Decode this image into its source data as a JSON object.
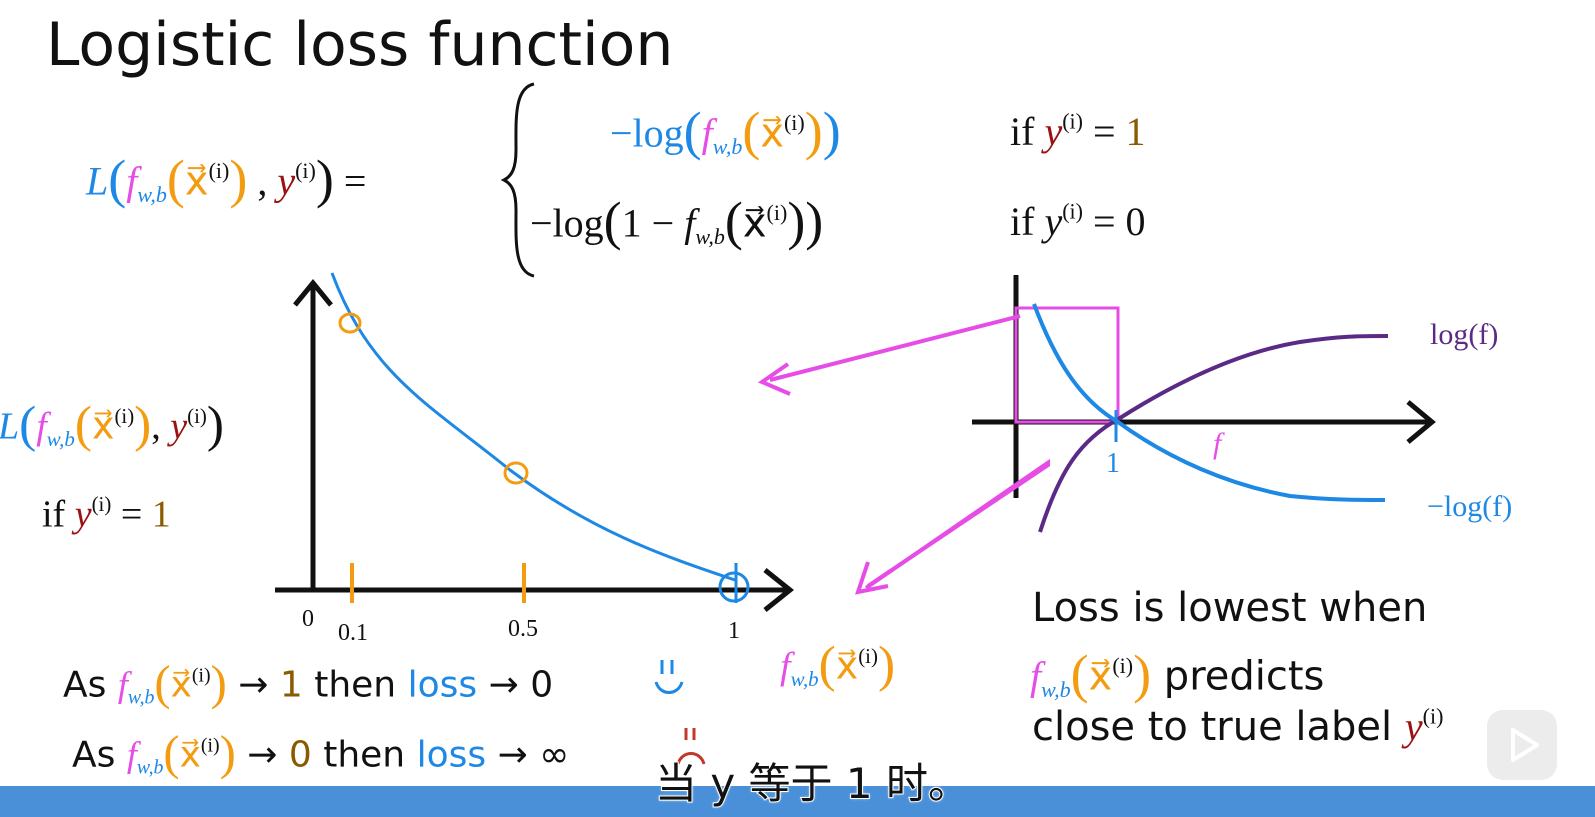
{
  "slide": {
    "title": "Logistic loss function",
    "formula": {
      "lhs_L": "L",
      "f": "f",
      "sub_wb": "w,b",
      "x": "x",
      "sup_i": "(i)",
      "y": "y",
      "case1": {
        "minus_log": "−log",
        "condition_if": "if",
        "value": "1"
      },
      "case2": {
        "minus_log": "−log",
        "one_minus": "1 −",
        "condition_if": "if",
        "value": "0"
      }
    },
    "left_graph": {
      "ylabel_if": "if",
      "ylabel_value": "1",
      "ticks": [
        "0",
        "0.1",
        "0.5",
        "1"
      ]
    },
    "right_graph": {
      "label_log_f": "log(f)",
      "label_neg_log_f": "−log(f)",
      "label_f": "f",
      "tick_1": "1"
    },
    "axis_x_label": "f",
    "lines": {
      "line1": {
        "as": "As",
        "arrow1": "→",
        "target": "1",
        "then": "then",
        "loss": "loss",
        "arrow2": "→",
        "result": "0"
      },
      "line2": {
        "as": "As",
        "arrow1": "→",
        "target": "0",
        "then": "then",
        "loss": "loss",
        "arrow2": "→",
        "result": "∞"
      }
    },
    "note": {
      "line1": "Loss is lowest when",
      "line2_tail": "predicts",
      "line3": "close to true label"
    },
    "subtitle": "当 y 等于 1 时。"
  },
  "colors": {
    "blue": "#1e88e5",
    "pink": "#e64ce6",
    "orange": "#f39c12",
    "red": "#9b1111",
    "brown": "#8a5a00",
    "purple": "#5b2a86"
  }
}
